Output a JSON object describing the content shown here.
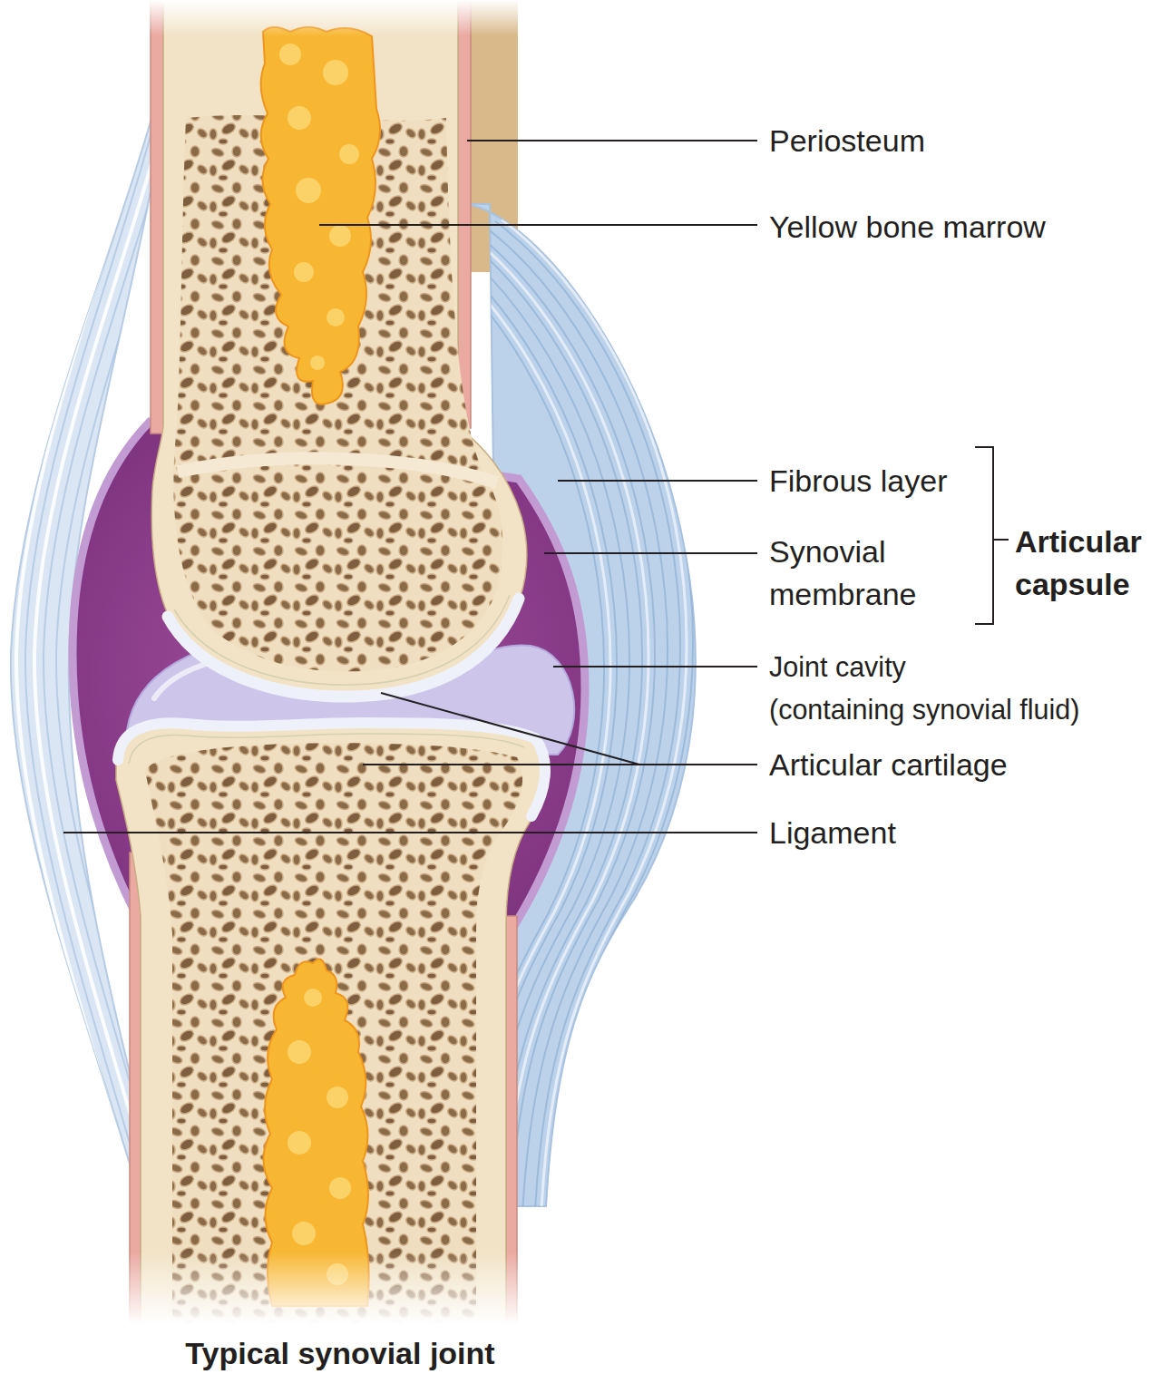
{
  "diagram": {
    "caption": "Typical synovial joint",
    "labels": [
      "Periosteum",
      "Yellow bone marrow",
      "Fibrous layer",
      "Synovial membrane",
      "Articular capsule",
      "Joint cavity (containing synovial fluid)",
      "Articular cartilage",
      "Ligament"
    ]
  }
}
